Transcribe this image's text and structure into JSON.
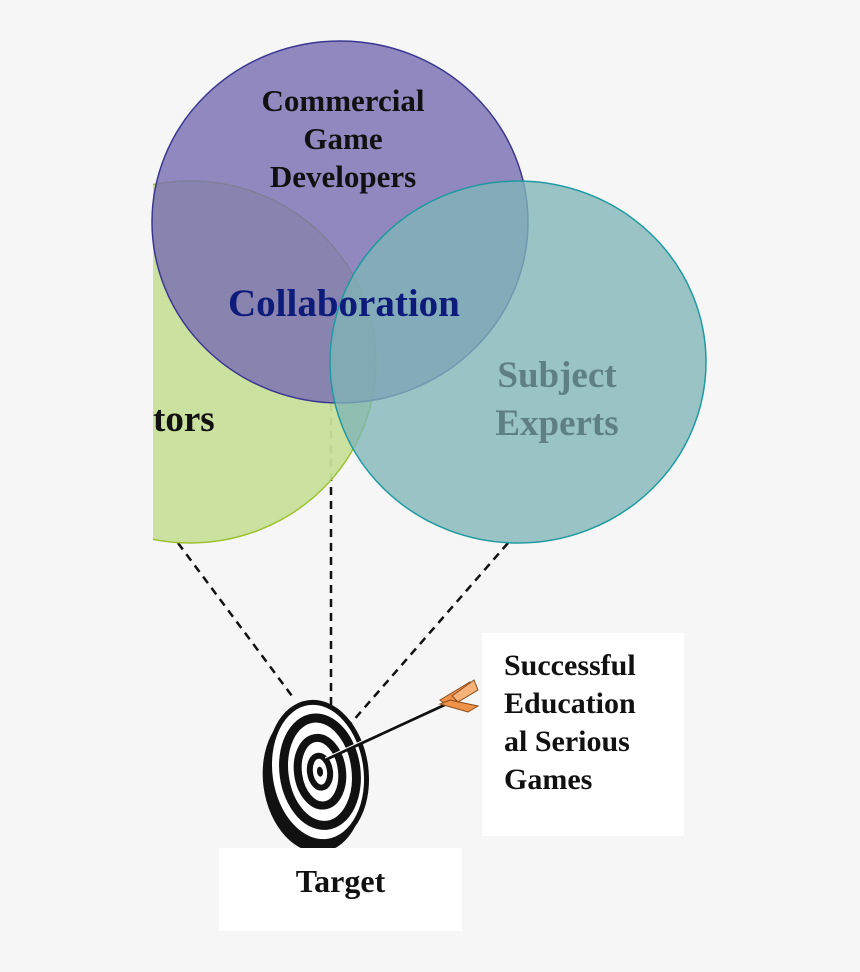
{
  "circles": {
    "developers": {
      "label_lines": [
        "Commercial",
        "Game",
        "Developers"
      ],
      "fill": "#8b80ba",
      "stroke": "#3b3690"
    },
    "educators": {
      "label": "tors",
      "fill": "#c8df9a",
      "stroke": "#9cc230"
    },
    "experts": {
      "label_lines": [
        "Subject",
        "Experts"
      ],
      "fill": "#8fbfc0",
      "stroke": "#1e9aa0",
      "text_color": "#5e7f84"
    }
  },
  "overlap": {
    "label": "Collaboration",
    "text_color": "#0d1b7a"
  },
  "outcome": {
    "label_lines": [
      "Successful",
      "Education",
      "al Serious",
      "Games"
    ]
  },
  "target": {
    "label": "Target"
  },
  "colors": {
    "arrow_fletching": "#f0934a",
    "target": "#111111",
    "dashed_line": "#111111"
  }
}
